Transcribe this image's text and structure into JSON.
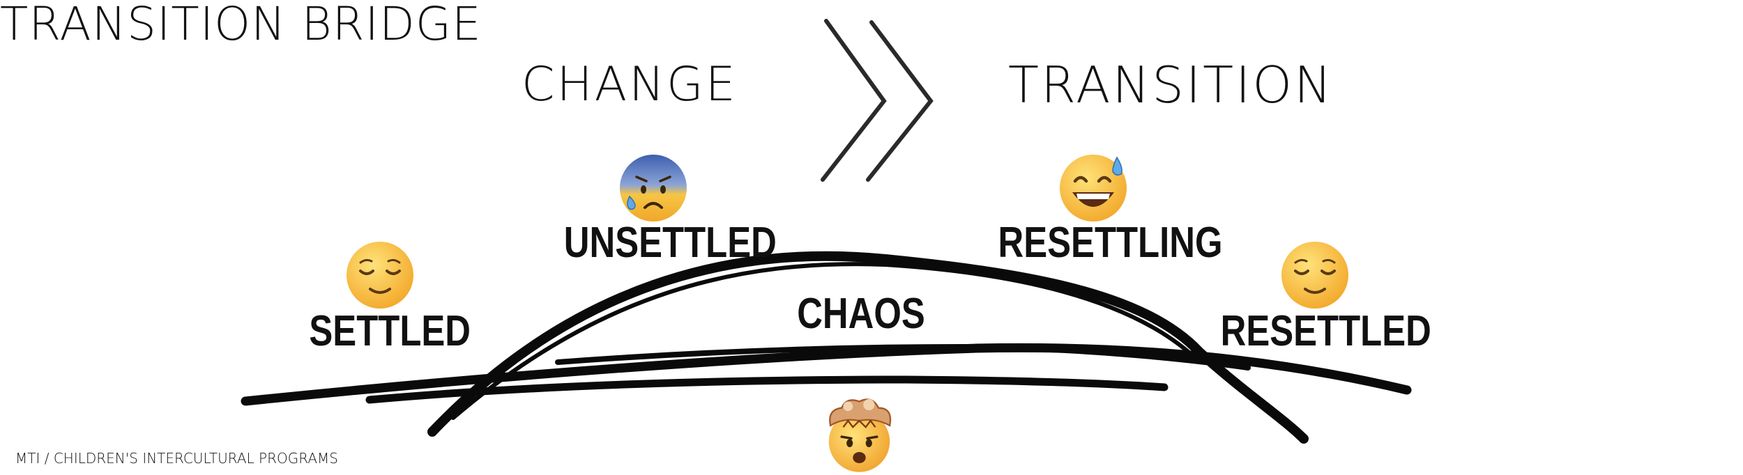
{
  "title": "TRANSITION BRIDGE",
  "phases": {
    "left": "CHANGE",
    "right": "TRANSITION"
  },
  "stages": {
    "settled": "SETTLED",
    "unsettled": "UNSETTLED",
    "chaos": "CHAOS",
    "resettling": "RESETTLING",
    "resettled": "RESETTLED"
  },
  "credit": "MTI / CHILDREN'S INTERCULTURAL PROGRAMS",
  "icons": {
    "settled": "relieved-face-icon",
    "unsettled": "anxious-face-with-sweat-icon",
    "chaos": "exploding-head-icon",
    "resettling": "grinning-face-with-sweat-icon",
    "resettled": "relieved-face-icon"
  },
  "colors": {
    "ink": "#111111",
    "emoji_yellow": "#f7c23c",
    "emoji_fear": "#4a6fb8"
  }
}
